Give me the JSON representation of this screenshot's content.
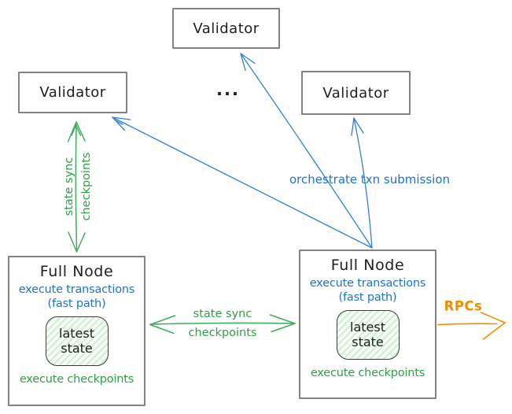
{
  "colors": {
    "black": "#1e1e1e",
    "box_border": "#828282",
    "green": "#2f9e44",
    "green_arrow": "#41ab5c",
    "blue": "#1b74cf",
    "blue_arrow": "#2f81d6",
    "orange": "#f08c00",
    "state_fill": "#f5fbf5",
    "state_hatch": "#cdeccf",
    "state_border": "#3a3a3a"
  },
  "validators": {
    "top": "Validator",
    "left": "Validator",
    "right": "Validator"
  },
  "ellipsis": "...",
  "full_nodes": {
    "left": {
      "title": "Full Node",
      "exec_line1": "execute transactions",
      "exec_line2": "(fast path)",
      "state_line1": "latest",
      "state_line2": "state",
      "footer": "execute checkpoints"
    },
    "right": {
      "title": "Full Node",
      "exec_line1": "execute transactions",
      "exec_line2": "(fast path)",
      "state_line1": "latest",
      "state_line2": "state",
      "footer": "execute checkpoints"
    }
  },
  "arrows": {
    "left_sync": {
      "label_line1": "state sync",
      "label_line2": "checkpoints"
    },
    "mid_sync": {
      "label_line1": "state sync",
      "label_line2": "checkpoints"
    },
    "orchestrate": {
      "label": "orchestrate txn submission"
    },
    "rpc": {
      "label": "RPCs"
    }
  }
}
